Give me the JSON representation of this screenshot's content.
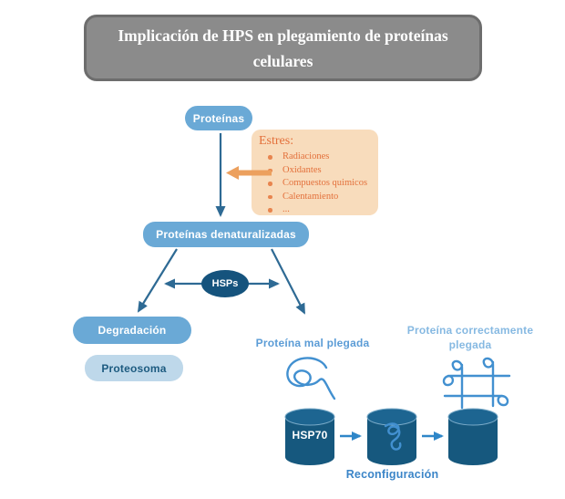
{
  "title": "Implicación de HPS en plegamiento de proteínas celulares",
  "nodes": {
    "proteins": "Proteínas",
    "denatured": "Proteínas denaturalizadas",
    "hsps": "HSPs",
    "degradation": "Degradación",
    "proteosome": "Proteosoma"
  },
  "stress": {
    "heading": "Estres:",
    "items": [
      "Radiaciones",
      "Oxidantes",
      "Compuestos quimicos",
      "Calentamiento",
      "..."
    ]
  },
  "pathway": {
    "misfolded_label": "Proteína mal plegada",
    "folded_label": "Proteína correctamente plegada",
    "reconfiguration_label": "Reconfiguración",
    "hsp70_label": "HSP70"
  },
  "colors": {
    "title_bg": "#8b8b8b",
    "title_border": "#6d6d6d",
    "node_blue": "#6aa9d6",
    "node_light_blue": "#bed8ea",
    "dark_arrow": "#2e6a94",
    "hsps_ellipse": "#15537d",
    "stress_bg": "#f8dcbc",
    "stress_text": "#e3703b",
    "stress_arrow": "#eca05e",
    "protein_doodle": "#4290d0",
    "cylinder_body": "#16587e",
    "cylinder_top": "#1d6591",
    "misfolded_label_color": "#5b9cd6",
    "folded_label_color": "#86b9e2",
    "reconfiguration_color": "#3b85c8"
  }
}
